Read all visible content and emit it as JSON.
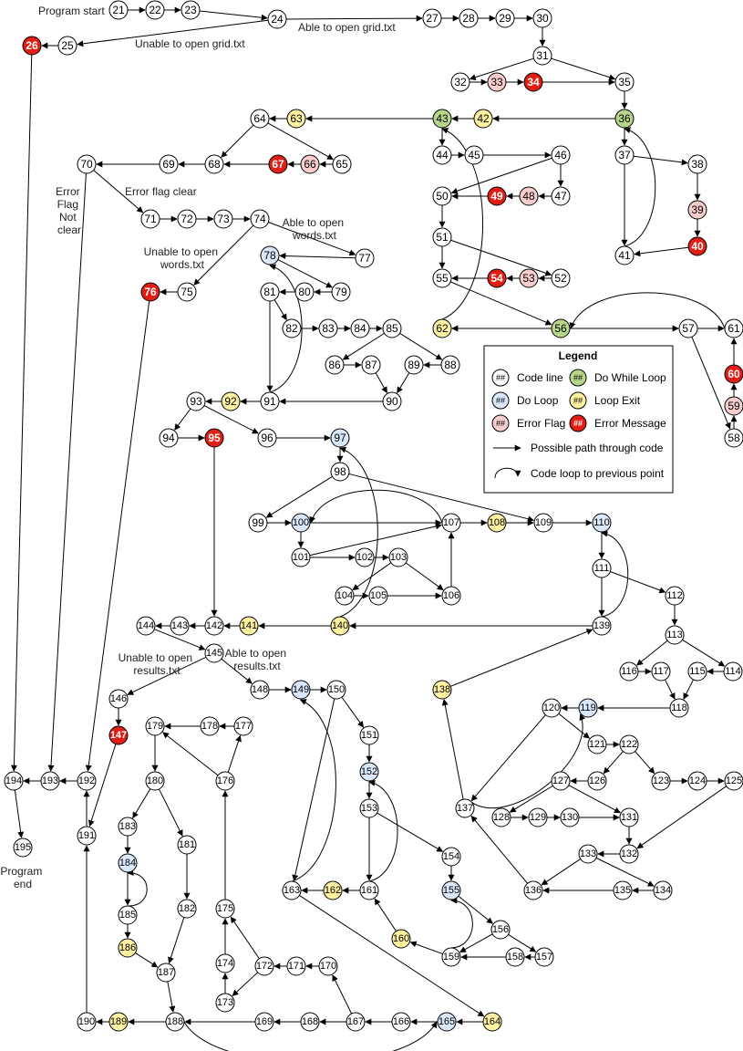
{
  "colors": {
    "plain": "#ffffff",
    "do_loop": "#dae8fc",
    "do_while": "#d5e8d4",
    "do_while_dark": "#b6d78a",
    "loop_exit": "#fff2a0",
    "error_flag": "#f8cecc",
    "error_message": "#e01e14",
    "stroke": "#000000"
  },
  "labels": {
    "program_start": "Program start",
    "program_end": [
      "Program",
      "end"
    ],
    "able_grid": "Able to open grid.txt",
    "unable_grid": "Unable to open grid.txt",
    "error_not_clear": [
      "Error",
      "Flag",
      "Not",
      "clear"
    ],
    "error_clear": "Error flag clear",
    "unable_words": [
      "Unable to open",
      "words.txt"
    ],
    "able_words": [
      "Able to open",
      "words.txt"
    ],
    "unable_results": [
      "Unable to open",
      "results.txt"
    ],
    "able_results": [
      "Able to open",
      "results.txt"
    ]
  },
  "legend": {
    "title": "Legend",
    "sample": "##",
    "code_line": "Code line",
    "do_while": "Do While Loop",
    "do_loop": "Do Loop",
    "loop_exit": "Loop Exit",
    "error_flag": "Error Flag",
    "error_message": "Error Message",
    "path": "Possible path through code",
    "loop_back": "Code loop to previous point"
  },
  "nodes": [
    {
      "id": "21",
      "t": "plain"
    },
    {
      "id": "22",
      "t": "plain"
    },
    {
      "id": "23",
      "t": "plain"
    },
    {
      "id": "24",
      "t": "plain"
    },
    {
      "id": "25",
      "t": "plain"
    },
    {
      "id": "26",
      "t": "err"
    },
    {
      "id": "27",
      "t": "plain"
    },
    {
      "id": "28",
      "t": "plain"
    },
    {
      "id": "29",
      "t": "plain"
    },
    {
      "id": "30",
      "t": "plain"
    },
    {
      "id": "31",
      "t": "plain"
    },
    {
      "id": "32",
      "t": "plain"
    },
    {
      "id": "33",
      "t": "flag"
    },
    {
      "id": "34",
      "t": "err"
    },
    {
      "id": "35",
      "t": "plain"
    },
    {
      "id": "36",
      "t": "dowhile"
    },
    {
      "id": "37",
      "t": "plain"
    },
    {
      "id": "38",
      "t": "plain"
    },
    {
      "id": "39",
      "t": "flag"
    },
    {
      "id": "40",
      "t": "err"
    },
    {
      "id": "41",
      "t": "plain"
    },
    {
      "id": "42",
      "t": "exit"
    },
    {
      "id": "43",
      "t": "dowhile"
    },
    {
      "id": "44",
      "t": "plain"
    },
    {
      "id": "45",
      "t": "plain"
    },
    {
      "id": "46",
      "t": "plain"
    },
    {
      "id": "47",
      "t": "plain"
    },
    {
      "id": "48",
      "t": "flag"
    },
    {
      "id": "49",
      "t": "err"
    },
    {
      "id": "50",
      "t": "plain"
    },
    {
      "id": "51",
      "t": "plain"
    },
    {
      "id": "52",
      "t": "plain"
    },
    {
      "id": "53",
      "t": "flag"
    },
    {
      "id": "54",
      "t": "err"
    },
    {
      "id": "55",
      "t": "plain"
    },
    {
      "id": "56",
      "t": "dowhile"
    },
    {
      "id": "57",
      "t": "plain"
    },
    {
      "id": "58",
      "t": "plain"
    },
    {
      "id": "59",
      "t": "flag"
    },
    {
      "id": "60",
      "t": "err"
    },
    {
      "id": "61",
      "t": "plain"
    },
    {
      "id": "62",
      "t": "exit"
    },
    {
      "id": "63",
      "t": "exit"
    },
    {
      "id": "64",
      "t": "plain"
    },
    {
      "id": "65",
      "t": "plain"
    },
    {
      "id": "66",
      "t": "flag"
    },
    {
      "id": "67",
      "t": "err"
    },
    {
      "id": "68",
      "t": "plain"
    },
    {
      "id": "69",
      "t": "plain"
    },
    {
      "id": "70",
      "t": "plain"
    },
    {
      "id": "71",
      "t": "plain"
    },
    {
      "id": "72",
      "t": "plain"
    },
    {
      "id": "73",
      "t": "plain"
    },
    {
      "id": "74",
      "t": "plain"
    },
    {
      "id": "75",
      "t": "plain"
    },
    {
      "id": "76",
      "t": "err"
    },
    {
      "id": "77",
      "t": "plain"
    },
    {
      "id": "78",
      "t": "doloop"
    },
    {
      "id": "79",
      "t": "plain"
    },
    {
      "id": "80",
      "t": "plain"
    },
    {
      "id": "81",
      "t": "plain"
    },
    {
      "id": "82",
      "t": "plain"
    },
    {
      "id": "83",
      "t": "plain"
    },
    {
      "id": "84",
      "t": "plain"
    },
    {
      "id": "85",
      "t": "plain"
    },
    {
      "id": "86",
      "t": "plain"
    },
    {
      "id": "87",
      "t": "plain"
    },
    {
      "id": "88",
      "t": "plain"
    },
    {
      "id": "89",
      "t": "plain"
    },
    {
      "id": "90",
      "t": "plain"
    },
    {
      "id": "91",
      "t": "plain"
    },
    {
      "id": "92",
      "t": "exit"
    },
    {
      "id": "93",
      "t": "plain"
    },
    {
      "id": "94",
      "t": "plain"
    },
    {
      "id": "95",
      "t": "err"
    },
    {
      "id": "96",
      "t": "plain"
    },
    {
      "id": "97",
      "t": "doloop"
    },
    {
      "id": "98",
      "t": "plain"
    },
    {
      "id": "99",
      "t": "plain"
    },
    {
      "id": "100",
      "t": "doloop"
    },
    {
      "id": "101",
      "t": "plain"
    },
    {
      "id": "102",
      "t": "plain"
    },
    {
      "id": "103",
      "t": "plain"
    },
    {
      "id": "104",
      "t": "plain"
    },
    {
      "id": "105",
      "t": "plain"
    },
    {
      "id": "106",
      "t": "plain"
    },
    {
      "id": "107",
      "t": "plain"
    },
    {
      "id": "108",
      "t": "exit"
    },
    {
      "id": "109",
      "t": "plain"
    },
    {
      "id": "110",
      "t": "doloop"
    },
    {
      "id": "111",
      "t": "plain"
    },
    {
      "id": "112",
      "t": "plain"
    },
    {
      "id": "113",
      "t": "plain"
    },
    {
      "id": "114",
      "t": "plain"
    },
    {
      "id": "115",
      "t": "plain"
    },
    {
      "id": "116",
      "t": "plain"
    },
    {
      "id": "117",
      "t": "plain"
    },
    {
      "id": "118",
      "t": "plain"
    },
    {
      "id": "119",
      "t": "doloop"
    },
    {
      "id": "120",
      "t": "plain"
    },
    {
      "id": "121",
      "t": "plain"
    },
    {
      "id": "122",
      "t": "plain"
    },
    {
      "id": "123",
      "t": "plain"
    },
    {
      "id": "124",
      "t": "plain"
    },
    {
      "id": "125",
      "t": "plain"
    },
    {
      "id": "126",
      "t": "plain"
    },
    {
      "id": "127",
      "t": "plain"
    },
    {
      "id": "128",
      "t": "plain"
    },
    {
      "id": "129",
      "t": "plain"
    },
    {
      "id": "130",
      "t": "plain"
    },
    {
      "id": "131",
      "t": "plain"
    },
    {
      "id": "132",
      "t": "plain"
    },
    {
      "id": "133",
      "t": "plain"
    },
    {
      "id": "134",
      "t": "plain"
    },
    {
      "id": "135",
      "t": "plain"
    },
    {
      "id": "136",
      "t": "plain"
    },
    {
      "id": "137",
      "t": "plain"
    },
    {
      "id": "138",
      "t": "exit"
    },
    {
      "id": "139",
      "t": "plain"
    },
    {
      "id": "140",
      "t": "exit"
    },
    {
      "id": "141",
      "t": "exit"
    },
    {
      "id": "142",
      "t": "plain"
    },
    {
      "id": "143",
      "t": "plain"
    },
    {
      "id": "144",
      "t": "plain"
    },
    {
      "id": "145",
      "t": "plain"
    },
    {
      "id": "146",
      "t": "plain"
    },
    {
      "id": "147",
      "t": "err"
    },
    {
      "id": "148",
      "t": "plain"
    },
    {
      "id": "149",
      "t": "doloop"
    },
    {
      "id": "150",
      "t": "plain"
    },
    {
      "id": "151",
      "t": "plain"
    },
    {
      "id": "152",
      "t": "doloop"
    },
    {
      "id": "153",
      "t": "plain"
    },
    {
      "id": "154",
      "t": "plain"
    },
    {
      "id": "155",
      "t": "doloop"
    },
    {
      "id": "156",
      "t": "plain"
    },
    {
      "id": "157",
      "t": "plain"
    },
    {
      "id": "158",
      "t": "plain"
    },
    {
      "id": "159",
      "t": "plain"
    },
    {
      "id": "160",
      "t": "exit"
    },
    {
      "id": "161",
      "t": "plain"
    },
    {
      "id": "162",
      "t": "exit"
    },
    {
      "id": "163",
      "t": "plain"
    },
    {
      "id": "164",
      "t": "exit"
    },
    {
      "id": "165",
      "t": "doloop"
    },
    {
      "id": "166",
      "t": "plain"
    },
    {
      "id": "167",
      "t": "plain"
    },
    {
      "id": "168",
      "t": "plain"
    },
    {
      "id": "169",
      "t": "plain"
    },
    {
      "id": "170",
      "t": "plain"
    },
    {
      "id": "171",
      "t": "plain"
    },
    {
      "id": "172",
      "t": "plain"
    },
    {
      "id": "173",
      "t": "plain"
    },
    {
      "id": "174",
      "t": "plain"
    },
    {
      "id": "175",
      "t": "plain"
    },
    {
      "id": "176",
      "t": "plain"
    },
    {
      "id": "177",
      "t": "plain"
    },
    {
      "id": "178",
      "t": "plain"
    },
    {
      "id": "179",
      "t": "plain"
    },
    {
      "id": "180",
      "t": "plain"
    },
    {
      "id": "181",
      "t": "plain"
    },
    {
      "id": "182",
      "t": "plain"
    },
    {
      "id": "183",
      "t": "plain"
    },
    {
      "id": "184",
      "t": "doloop"
    },
    {
      "id": "185",
      "t": "plain"
    },
    {
      "id": "186",
      "t": "exit"
    },
    {
      "id": "187",
      "t": "plain"
    },
    {
      "id": "188",
      "t": "plain"
    },
    {
      "id": "189",
      "t": "exit"
    },
    {
      "id": "190",
      "t": "plain"
    },
    {
      "id": "191",
      "t": "plain"
    },
    {
      "id": "192",
      "t": "plain"
    },
    {
      "id": "193",
      "t": "plain"
    },
    {
      "id": "194",
      "t": "plain"
    },
    {
      "id": "195",
      "t": "plain"
    }
  ],
  "edges": [
    [
      "21",
      "22"
    ],
    [
      "22",
      "23"
    ],
    [
      "23",
      "24"
    ],
    [
      "24",
      "27"
    ],
    [
      "24",
      "25"
    ],
    [
      "25",
      "26"
    ],
    [
      "26",
      "194"
    ],
    [
      "27",
      "28"
    ],
    [
      "28",
      "29"
    ],
    [
      "29",
      "30"
    ],
    [
      "30",
      "31"
    ],
    [
      "31",
      "32"
    ],
    [
      "31",
      "35"
    ],
    [
      "32",
      "33"
    ],
    [
      "33",
      "34"
    ],
    [
      "34",
      "35"
    ],
    [
      "35",
      "36"
    ],
    [
      "36",
      "37"
    ],
    [
      "36",
      "42"
    ],
    [
      "42",
      "43"
    ],
    [
      "37",
      "38"
    ],
    [
      "37",
      "41"
    ],
    [
      "38",
      "39"
    ],
    [
      "39",
      "40"
    ],
    [
      "40",
      "41"
    ],
    [
      "43",
      "44"
    ],
    [
      "43",
      "63"
    ],
    [
      "44",
      "45"
    ],
    [
      "45",
      "46"
    ],
    [
      "46",
      "47"
    ],
    [
      "46",
      "50"
    ],
    [
      "47",
      "48"
    ],
    [
      "48",
      "49"
    ],
    [
      "49",
      "50"
    ],
    [
      "50",
      "51"
    ],
    [
      "51",
      "52"
    ],
    [
      "51",
      "55"
    ],
    [
      "52",
      "53"
    ],
    [
      "53",
      "54"
    ],
    [
      "54",
      "55"
    ],
    [
      "55",
      "56"
    ],
    [
      "56",
      "57"
    ],
    [
      "56",
      "62"
    ],
    [
      "57",
      "61"
    ],
    [
      "57",
      "58"
    ],
    [
      "58",
      "59"
    ],
    [
      "59",
      "60"
    ],
    [
      "60",
      "61"
    ],
    [
      "63",
      "64"
    ],
    [
      "64",
      "65"
    ],
    [
      "64",
      "68"
    ],
    [
      "65",
      "66"
    ],
    [
      "66",
      "67"
    ],
    [
      "67",
      "68"
    ],
    [
      "68",
      "69"
    ],
    [
      "69",
      "70"
    ],
    [
      "70",
      "71"
    ],
    [
      "70",
      "193"
    ],
    [
      "71",
      "72"
    ],
    [
      "72",
      "73"
    ],
    [
      "73",
      "74"
    ],
    [
      "74",
      "77"
    ],
    [
      "74",
      "75"
    ],
    [
      "75",
      "76"
    ],
    [
      "76",
      "192"
    ],
    [
      "77",
      "78"
    ],
    [
      "78",
      "79"
    ],
    [
      "79",
      "80"
    ],
    [
      "80",
      "81"
    ],
    [
      "81",
      "82"
    ],
    [
      "81",
      "91"
    ],
    [
      "82",
      "83"
    ],
    [
      "83",
      "84"
    ],
    [
      "84",
      "85"
    ],
    [
      "85",
      "86"
    ],
    [
      "85",
      "88"
    ],
    [
      "86",
      "87"
    ],
    [
      "87",
      "90"
    ],
    [
      "88",
      "89"
    ],
    [
      "89",
      "90"
    ],
    [
      "90",
      "91"
    ],
    [
      "91",
      "92"
    ],
    [
      "92",
      "93"
    ],
    [
      "93",
      "94"
    ],
    [
      "93",
      "96"
    ],
    [
      "94",
      "95"
    ],
    [
      "95",
      "142"
    ],
    [
      "96",
      "97"
    ],
    [
      "97",
      "98"
    ],
    [
      "98",
      "99"
    ],
    [
      "98",
      "109"
    ],
    [
      "99",
      "100"
    ],
    [
      "100",
      "107"
    ],
    [
      "100",
      "101"
    ],
    [
      "101",
      "102"
    ],
    [
      "101",
      "107"
    ],
    [
      "102",
      "103"
    ],
    [
      "103",
      "104"
    ],
    [
      "103",
      "106"
    ],
    [
      "104",
      "105"
    ],
    [
      "105",
      "106"
    ],
    [
      "106",
      "107"
    ],
    [
      "107",
      "108"
    ],
    [
      "108",
      "109"
    ],
    [
      "109",
      "110"
    ],
    [
      "110",
      "111"
    ],
    [
      "111",
      "112"
    ],
    [
      "111",
      "139"
    ],
    [
      "112",
      "113"
    ],
    [
      "113",
      "116"
    ],
    [
      "113",
      "114"
    ],
    [
      "116",
      "117"
    ],
    [
      "117",
      "118"
    ],
    [
      "114",
      "115"
    ],
    [
      "115",
      "118"
    ],
    [
      "118",
      "119"
    ],
    [
      "119",
      "120"
    ],
    [
      "120",
      "121"
    ],
    [
      "120",
      "137"
    ],
    [
      "121",
      "122"
    ],
    [
      "122",
      "126"
    ],
    [
      "122",
      "123"
    ],
    [
      "123",
      "124"
    ],
    [
      "124",
      "125"
    ],
    [
      "125",
      "132"
    ],
    [
      "126",
      "127"
    ],
    [
      "127",
      "128"
    ],
    [
      "127",
      "131"
    ],
    [
      "128",
      "129"
    ],
    [
      "129",
      "130"
    ],
    [
      "130",
      "131"
    ],
    [
      "131",
      "132"
    ],
    [
      "132",
      "133"
    ],
    [
      "133",
      "134"
    ],
    [
      "133",
      "136"
    ],
    [
      "134",
      "135"
    ],
    [
      "135",
      "136"
    ],
    [
      "136",
      "137"
    ],
    [
      "137",
      "138"
    ],
    [
      "138",
      "139"
    ],
    [
      "139",
      "140"
    ],
    [
      "140",
      "141"
    ],
    [
      "141",
      "142"
    ],
    [
      "142",
      "143"
    ],
    [
      "143",
      "144"
    ],
    [
      "144",
      "145"
    ],
    [
      "145",
      "146"
    ],
    [
      "145",
      "148"
    ],
    [
      "146",
      "147"
    ],
    [
      "147",
      "191"
    ],
    [
      "148",
      "149"
    ],
    [
      "149",
      "150"
    ],
    [
      "150",
      "151"
    ],
    [
      "150",
      "163"
    ],
    [
      "151",
      "152"
    ],
    [
      "152",
      "153"
    ],
    [
      "153",
      "154"
    ],
    [
      "153",
      "161"
    ],
    [
      "154",
      "155"
    ],
    [
      "155",
      "156"
    ],
    [
      "156",
      "157"
    ],
    [
      "156",
      "159"
    ],
    [
      "157",
      "158"
    ],
    [
      "158",
      "159"
    ],
    [
      "159",
      "160"
    ],
    [
      "160",
      "161"
    ],
    [
      "161",
      "162"
    ],
    [
      "162",
      "163"
    ],
    [
      "163",
      "164"
    ],
    [
      "164",
      "165"
    ],
    [
      "165",
      "166"
    ],
    [
      "166",
      "167"
    ],
    [
      "167",
      "168"
    ],
    [
      "167",
      "170"
    ],
    [
      "168",
      "169"
    ],
    [
      "169",
      "188"
    ],
    [
      "170",
      "171"
    ],
    [
      "171",
      "172"
    ],
    [
      "172",
      "173"
    ],
    [
      "172",
      "175"
    ],
    [
      "173",
      "174"
    ],
    [
      "174",
      "175"
    ],
    [
      "175",
      "176"
    ],
    [
      "176",
      "177"
    ],
    [
      "176",
      "179"
    ],
    [
      "177",
      "178"
    ],
    [
      "178",
      "179"
    ],
    [
      "179",
      "180"
    ],
    [
      "180",
      "183"
    ],
    [
      "180",
      "181"
    ],
    [
      "181",
      "182"
    ],
    [
      "182",
      "187"
    ],
    [
      "183",
      "184"
    ],
    [
      "184",
      "185"
    ],
    [
      "185",
      "186"
    ],
    [
      "186",
      "187"
    ],
    [
      "187",
      "188"
    ],
    [
      "188",
      "189"
    ],
    [
      "189",
      "190"
    ],
    [
      "190",
      "191"
    ],
    [
      "191",
      "192"
    ],
    [
      "192",
      "193"
    ],
    [
      "193",
      "194"
    ],
    [
      "194",
      "195"
    ]
  ],
  "loops": [
    [
      "41",
      "36"
    ],
    [
      "62",
      "43"
    ],
    [
      "61",
      "56"
    ],
    [
      "91",
      "78"
    ],
    [
      "107",
      "100"
    ],
    [
      "140",
      "97"
    ],
    [
      "139",
      "110"
    ],
    [
      "137",
      "119"
    ],
    [
      "163",
      "149"
    ],
    [
      "161",
      "152"
    ],
    [
      "159",
      "155"
    ],
    [
      "185",
      "184"
    ],
    [
      "188",
      "165"
    ]
  ]
}
